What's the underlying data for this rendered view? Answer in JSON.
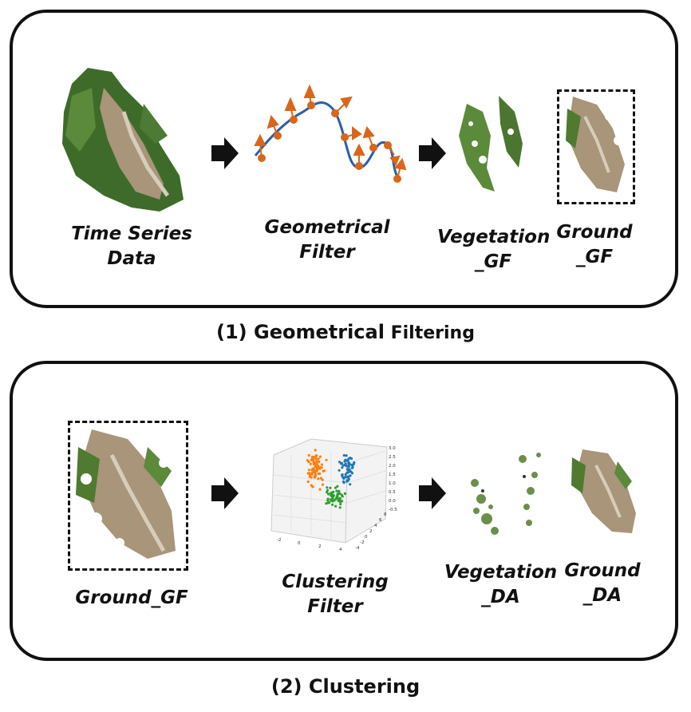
{
  "panel1": {
    "caption_bold": "(1) Geometrical",
    "caption_rest": " Filtering",
    "labels": {
      "time_series_line1": "Time Series",
      "time_series_line2": "Data",
      "geo_filter_line1": "Geometrical",
      "geo_filter_line2": "Filter",
      "veg_line1": "Vegetation",
      "veg_line2": "_GF",
      "ground_line1": "Ground",
      "ground_line2": "_GF"
    }
  },
  "panel2": {
    "caption": "(2) Clustering",
    "labels": {
      "ground_gf": "Ground_GF",
      "cluster_line1": "Clustering",
      "cluster_line2": "Filter",
      "veg_line1": "Vegetation",
      "veg_line2": "_DA",
      "ground_line1": "Ground",
      "ground_line2": "_DA"
    },
    "plot_ticks": {
      "x": [
        "-2",
        "0",
        "2",
        "4"
      ],
      "y": [
        "-4",
        "-2",
        "0",
        "2",
        "4",
        "6",
        "8"
      ],
      "z": [
        "-0.5",
        "0.0",
        "0.5",
        "1.0",
        "1.5",
        "2.0",
        "2.5",
        "3.0"
      ]
    }
  },
  "colors": {
    "orange": "#ff7f0e",
    "blue": "#1f77b4",
    "green": "#2ca02c",
    "curve": "#2b5fa8",
    "arrow_orange": "#d9661a"
  }
}
